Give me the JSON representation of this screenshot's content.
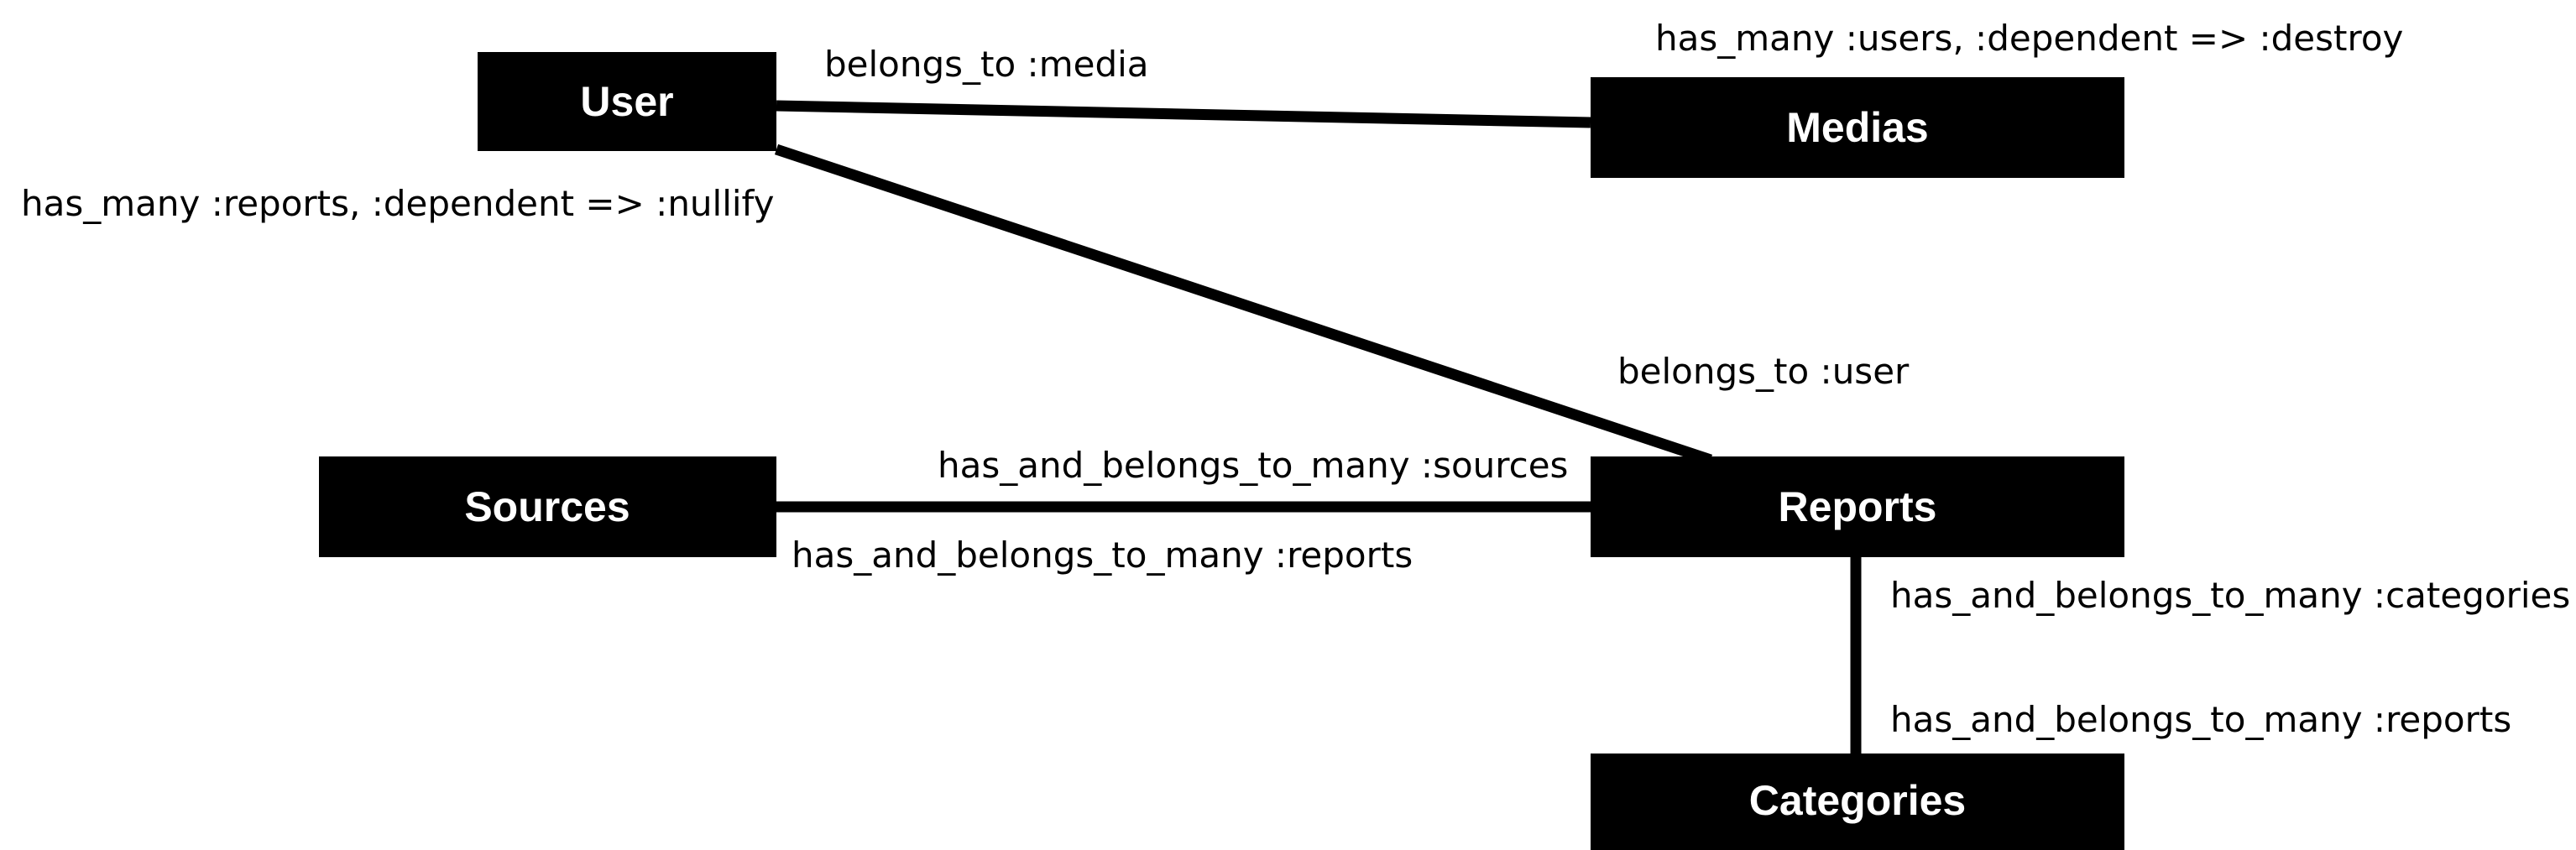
{
  "entities": {
    "user": "User",
    "medias": "Medias",
    "sources": "Sources",
    "reports": "Reports",
    "categories": "Categories"
  },
  "relationships": [
    {
      "from": "user",
      "to": "medias",
      "from_label": "belongs_to :media",
      "to_label": "has_many :users, :dependent => :destroy"
    },
    {
      "from": "user",
      "to": "reports",
      "from_label": "has_many :reports, :dependent => :nullify",
      "to_label": "belongs_to :user"
    },
    {
      "from": "sources",
      "to": "reports",
      "from_label": "has_and_belongs_to_many :reports",
      "to_label": "has_and_belongs_to_many :sources"
    },
    {
      "from": "reports",
      "to": "categories",
      "from_label": "has_and_belongs_to_many :categories",
      "to_label": "has_and_belongs_to_many :reports"
    }
  ],
  "colors": {
    "entity_fill": "#000000",
    "entity_text": "#ffffff",
    "line": "#000000",
    "label": "#000000",
    "background": "#ffffff"
  }
}
